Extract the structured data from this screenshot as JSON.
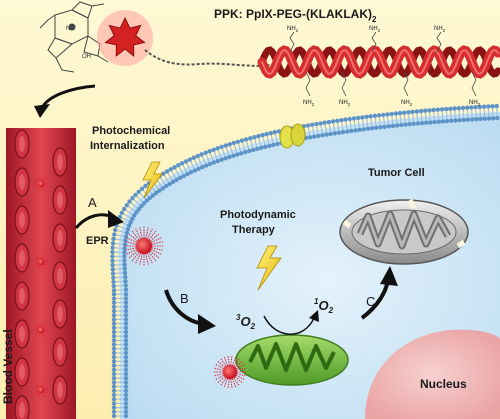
{
  "title": "PPK: PpIX-PEG-(KLAKLAK)",
  "title_subscript": "2",
  "labels": {
    "photochemical": "Photochemical",
    "internalization": "Internalization",
    "tumor_cell": "Tumor Cell",
    "photodynamic": "Photodynamic",
    "therapy": "Therapy",
    "epr": "EPR",
    "step_a": "A",
    "step_b": "B",
    "step_c": "C",
    "blood_vessel": "Blood Vessel",
    "nucleus": "Nucleus",
    "triplet_o2": "O",
    "triplet_o2_sup": "3",
    "singlet_o2": "O",
    "singlet_o2_sup": "1",
    "o2_sub": "2",
    "nh2": "NH",
    "nh2_sub": "2",
    "cooh": "OH"
  },
  "colors": {
    "background_top": "#fdf3c2",
    "cell_fill": "#cfe8f7",
    "membrane": "#7faed6",
    "vessel": "#c8283a",
    "peptide_helix": "#d62e2e",
    "mitochondria": "#7cc24a",
    "nucleus": "#f2b8b8",
    "lightning": "#f3d21e"
  }
}
